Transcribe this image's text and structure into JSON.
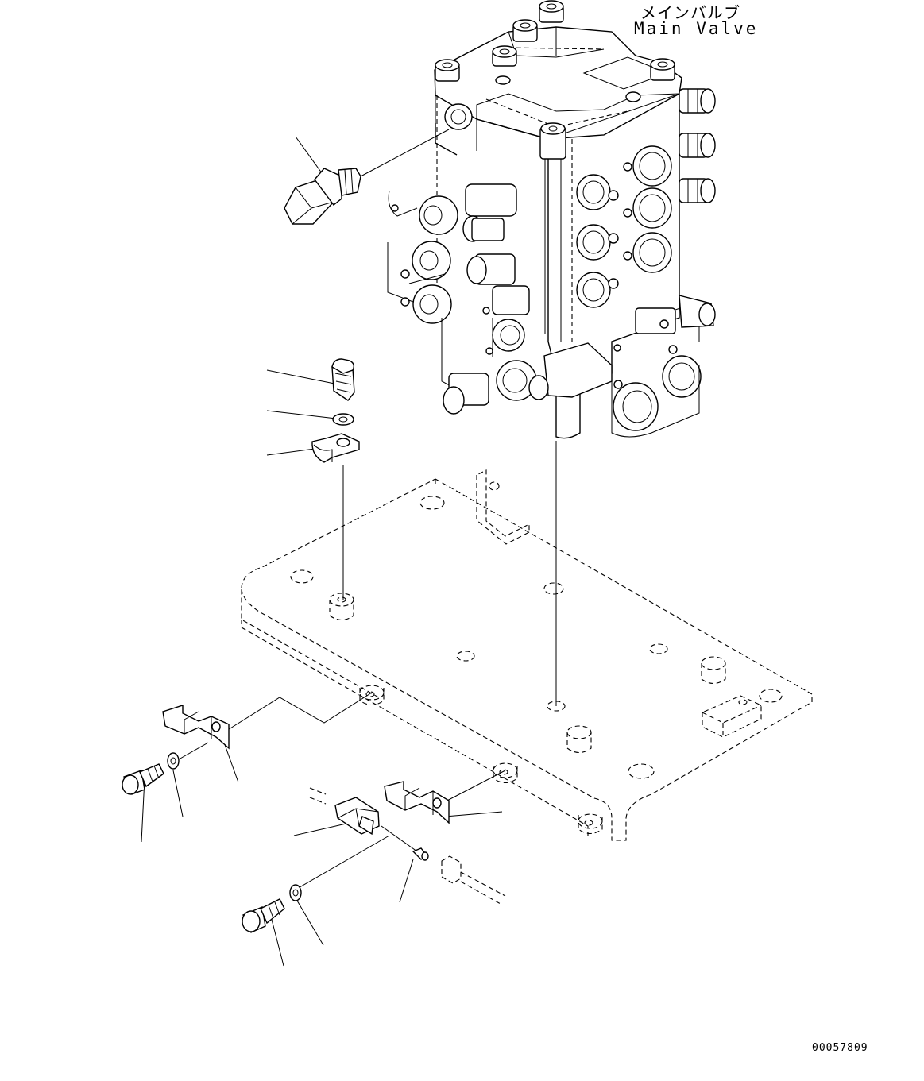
{
  "diagram": {
    "title_japanese": "メインバルブ",
    "title_english": "Main Valve",
    "drawing_number": "00057809"
  },
  "icons": {
    "main_valve": "main-valve-assembly-icon",
    "mounting_plate": "mounting-plate-icon",
    "pressure_sensor": "pressure-sensor-icon",
    "bolt": "bolt-icon",
    "washer": "washer-icon",
    "clamp": "clamp-icon",
    "bracket": "bracket-icon",
    "connector": "connector-icon"
  }
}
